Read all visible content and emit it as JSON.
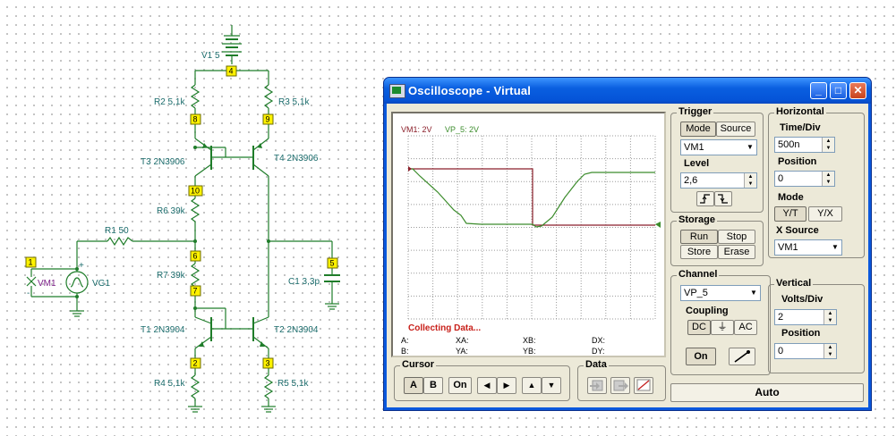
{
  "schematic": {
    "components": [
      {
        "id": "v1",
        "label": "V1 5"
      },
      {
        "id": "r2",
        "label": "R2 5,1k"
      },
      {
        "id": "r3",
        "label": "R3 5,1k"
      },
      {
        "id": "t3",
        "label": "T3 2N3906"
      },
      {
        "id": "t4",
        "label": "T4 2N3906"
      },
      {
        "id": "r6",
        "label": "R6 39k"
      },
      {
        "id": "r1",
        "label": "R1 50"
      },
      {
        "id": "r7",
        "label": "R7 39k"
      },
      {
        "id": "c1",
        "label": "C1 3,3p"
      },
      {
        "id": "t1",
        "label": "T1 2N3904"
      },
      {
        "id": "t2",
        "label": "T2 2N3904"
      },
      {
        "id": "r4",
        "label": "R4 5,1k"
      },
      {
        "id": "r5",
        "label": "R5 5,1k"
      },
      {
        "id": "vm1",
        "label": "VM1"
      },
      {
        "id": "vg1",
        "label": "VG1"
      }
    ],
    "nodes": [
      "4",
      "8",
      "9",
      "10",
      "6",
      "7",
      "5",
      "2",
      "3",
      "1"
    ],
    "signs": {
      "plus": "+",
      "minus": "-"
    }
  },
  "window": {
    "title": "Oscilloscope - Virtual",
    "controls": {
      "minimize": "_",
      "maximize": "□",
      "close": "✕"
    }
  },
  "screen": {
    "channel_labels": {
      "ch1": "VM1: 2V",
      "ch2": "VP_5: 2V"
    },
    "status": "Collecting Data...",
    "readouts": {
      "a": "A:",
      "b": "B:",
      "xa": "XA:",
      "ya": "YA:",
      "xb": "XB:",
      "yb": "YB:",
      "dx": "DX:",
      "dy": "DY:"
    },
    "trace_colors": {
      "ch1": "#8b1f2a",
      "ch2": "#3c8c2c",
      "grid": "#9a9a9a"
    }
  },
  "trigger": {
    "group": "Trigger",
    "mode_label": "Mode",
    "source_label": "Source",
    "source_value": "VM1",
    "level_label": "Level",
    "level_value": "2,6"
  },
  "horizontal": {
    "group": "Horizontal",
    "timediv_label": "Time/Div",
    "timediv_value": "500n",
    "position_label": "Position",
    "position_value": "0",
    "mode_label": "Mode",
    "mode_yt": "Y/T",
    "mode_yx": "Y/X",
    "xsource_label": "X Source",
    "xsource_value": "VM1"
  },
  "storage": {
    "group": "Storage",
    "run": "Run",
    "stop": "Stop",
    "store": "Store",
    "erase": "Erase"
  },
  "channel": {
    "group": "Channel",
    "channel_value": "VP_5",
    "coupling_label": "Coupling",
    "dc": "DC",
    "gnd": "⏚",
    "ac": "AC",
    "on": "On"
  },
  "vertical": {
    "group": "Vertical",
    "voltsdiv_label": "Volts/Div",
    "voltsdiv_value": "2",
    "position_label": "Position",
    "position_value": "0"
  },
  "cursor": {
    "group": "Cursor",
    "a": "A",
    "b": "B",
    "on": "On",
    "left": "◀",
    "right": "▶",
    "up": "▲",
    "down": "▼"
  },
  "data": {
    "group": "Data"
  },
  "auto_label": "Auto"
}
